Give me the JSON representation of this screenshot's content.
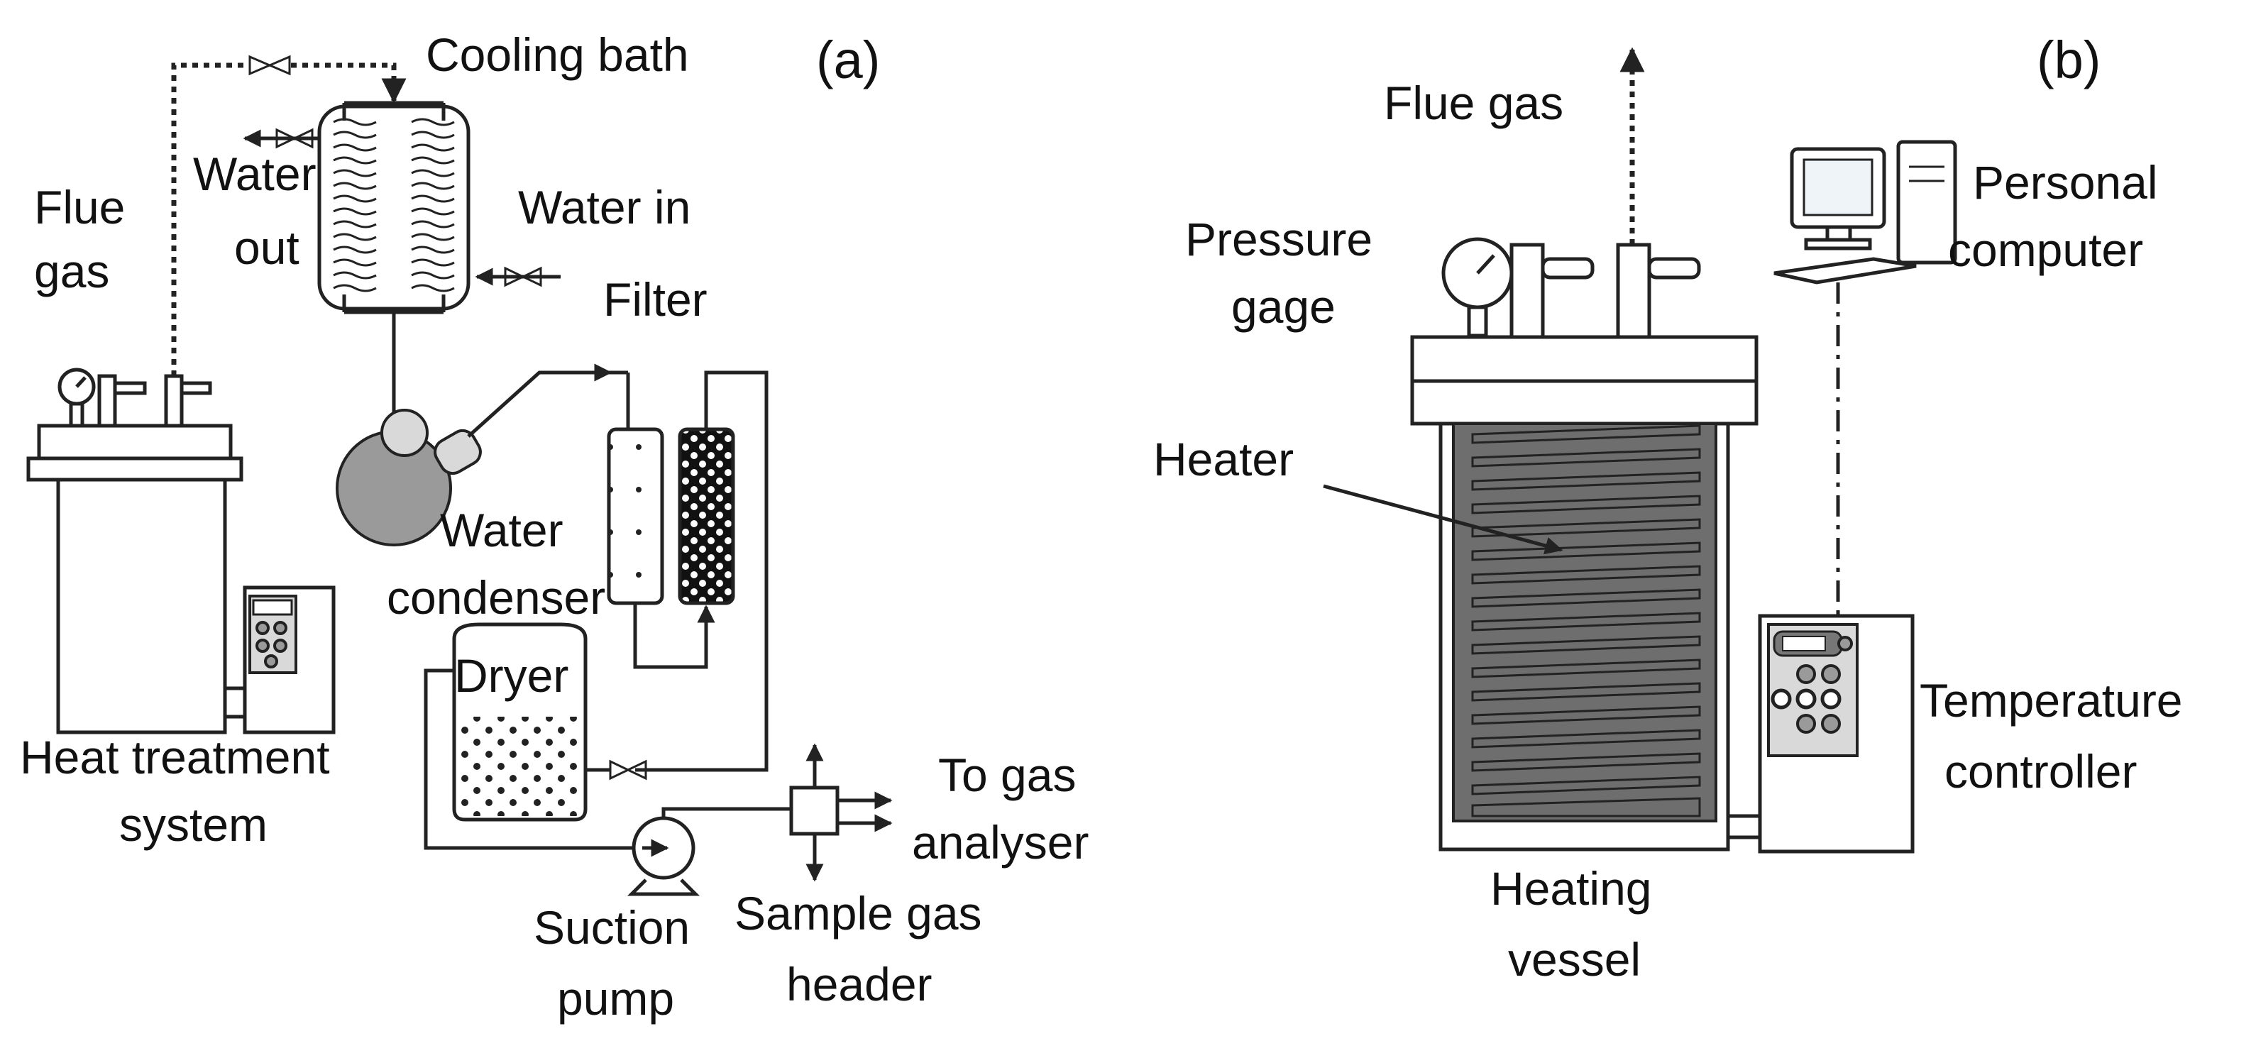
{
  "panels": {
    "a": "(a)",
    "b": "(b)"
  },
  "labels_a": {
    "cooling_bath": "Cooling bath",
    "flue_gas_1": "Flue",
    "flue_gas_2": "gas",
    "water_out_1": "Water",
    "water_out_2": "out",
    "water_in": "Water in",
    "filter": "Filter",
    "water_condenser_1": "Water",
    "water_condenser_2": "condenser",
    "dryer": "Dryer",
    "heat_treatment_1": "Heat treatment",
    "heat_treatment_2": "system",
    "to_gas_analyser_1": "To gas",
    "to_gas_analyser_2": "analyser",
    "suction_pump_1": "Suction",
    "suction_pump_2": "pump",
    "sample_gas_header_1": "Sample gas",
    "sample_gas_header_2": "header"
  },
  "labels_b": {
    "flue_gas": "Flue gas",
    "pressure_gage_1": "Pressure",
    "pressure_gage_2": "gage",
    "personal_computer_1": "Personal",
    "personal_computer_2": "computer",
    "heater": "Heater",
    "temperature_controller_1": "Temperature",
    "temperature_controller_2": "controller",
    "heating_vessel_1": "Heating",
    "heating_vessel_2": "vessel"
  }
}
